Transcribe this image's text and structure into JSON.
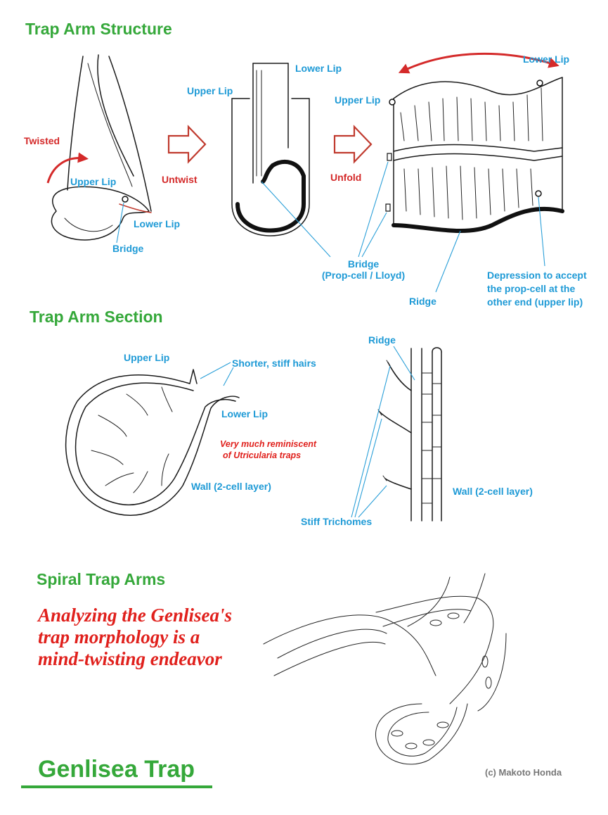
{
  "sections": {
    "structure_title": "Trap Arm Structure",
    "section_title": "Trap Arm Section",
    "spiral_title": "Spiral Trap Arms"
  },
  "structure_labels": {
    "twisted": "Twisted",
    "upper_lip_1": "Upper Lip",
    "lower_lip_1": "Lower Lip",
    "bridge_1": "Bridge",
    "untwist": "Untwist",
    "upper_lip_2": "Upper Lip",
    "lower_lip_2": "Lower Lip",
    "unfold": "Unfold",
    "upper_lip_3": "Upper Lip",
    "lower_lip_3": "Lower Lip",
    "bridge_2_line1": "Bridge",
    "bridge_2_line2": "(Prop-cell / Lloyd)",
    "ridge_1": "Ridge",
    "depression_line1": "Depression to accept",
    "depression_line2": "the prop-cell at the",
    "depression_line3": "other end (upper lip)"
  },
  "section_labels": {
    "upper_lip": "Upper Lip",
    "shorter_hairs": "Shorter, stiff hairs",
    "lower_lip": "Lower Lip",
    "reminiscent_line1": "Very much reminiscent",
    "reminiscent_line2": "of Utricularia traps",
    "wall_1": "Wall (2-cell layer)",
    "ridge": "Ridge",
    "wall_2": "Wall (2-cell layer)",
    "stiff_trichomes": "Stiff Trichomes"
  },
  "quote": {
    "line1": "Analyzing the Genlisea's",
    "line2": "trap morphology is a",
    "line3": "mind-twisting endeavor"
  },
  "footer": {
    "title": "Genlisea Trap",
    "credit": "(c) Makoto Honda"
  },
  "colors": {
    "heading_green": "#35a83a",
    "label_blue": "#1e9ad6",
    "accent_red": "#d42a2a"
  }
}
